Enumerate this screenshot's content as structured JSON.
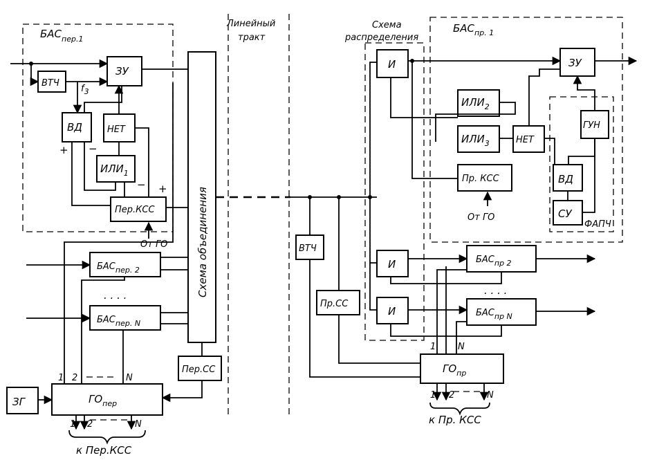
{
  "transmitter": {
    "bas1": {
      "main": "БАС",
      "sub": "пер.1"
    },
    "zu": "ЗУ",
    "vtch": "ВТЧ",
    "f3": {
      "main": "f",
      "sub": "3"
    },
    "vd": "ВД",
    "net": "НЕТ",
    "ili1": {
      "main": "ИЛИ",
      "sub": "1"
    },
    "per_kss": "Пер.КСС",
    "ot_go": "От ГО",
    "bas2": {
      "main": "БАС",
      "sub": "пер. 2"
    },
    "basN": {
      "main": "БАС",
      "sub": "пер. N"
    },
    "dots": ". . . .",
    "combiner": "Схема объединения",
    "per_ss": "Пер.СС",
    "zg": "ЗГ",
    "go_per": {
      "main": "ГО",
      "sub": "пер"
    },
    "taps": [
      "1",
      "2",
      "N"
    ],
    "out_taps": [
      "1",
      "2",
      "N"
    ],
    "to_kss": "к Пер.КСС",
    "plus": "+",
    "minus": "−"
  },
  "line": {
    "label_l1": "Линейный",
    "label_l2": "тракт"
  },
  "receiver": {
    "scheme_l1": "Схема",
    "scheme_l2": "распределения",
    "i": "И",
    "bas1": {
      "main": "БАС",
      "sub": "пр. 1"
    },
    "zu": "ЗУ",
    "ili2": {
      "main": "ИЛИ",
      "sub": "2"
    },
    "ili3": {
      "main": "ИЛИ",
      "sub": "3"
    },
    "net": "НЕТ",
    "gun": "ГУН",
    "pr_kss": "Пр. КСС",
    "vd": "ВД",
    "su": "СУ",
    "fapch": "ФАПЧ",
    "ot_go": "От ГО",
    "vtch": "ВТЧ",
    "pr_ss": "Пр.СС",
    "bas2": {
      "main": "БАС",
      "sub": "пр 2"
    },
    "basN": {
      "main": "БАС",
      "sub": "пр N"
    },
    "dots": ". . . .",
    "go_pr": {
      "main": "ГО",
      "sub": "пр"
    },
    "taps": [
      "1",
      "N"
    ],
    "out_taps": [
      "1",
      "2",
      "N"
    ],
    "to_kss": "к Пр. КСС"
  }
}
